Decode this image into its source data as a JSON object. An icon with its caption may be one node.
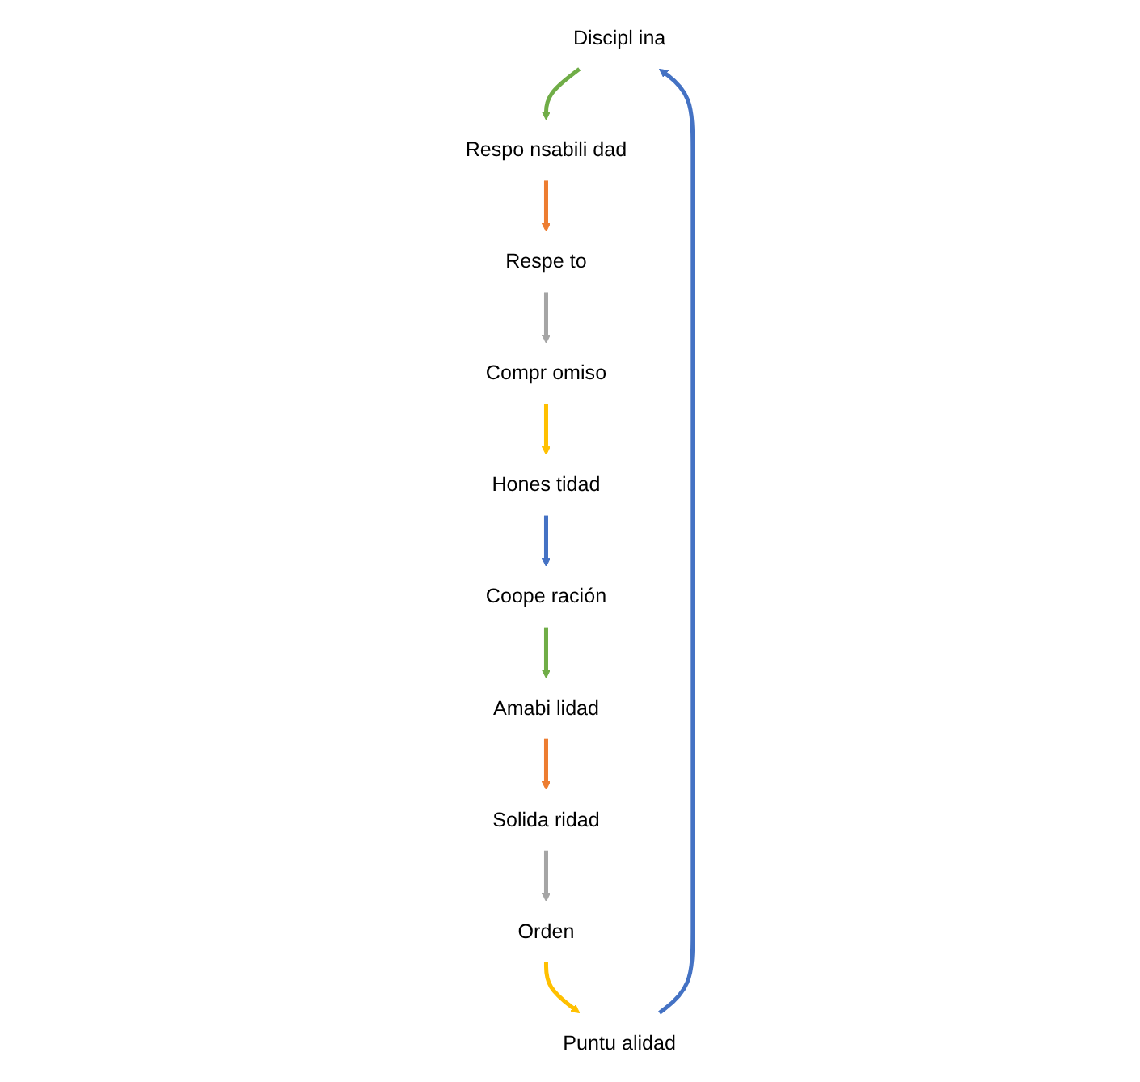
{
  "diagram": {
    "nodes": [
      {
        "text": [
          "Discipl ina"
        ]
      },
      {
        "text": [
          "Respo nsabili dad"
        ]
      },
      {
        "text": [
          "Respe to"
        ]
      },
      {
        "text": [
          "Compr omiso"
        ]
      },
      {
        "text": [
          "Hones tidad"
        ]
      },
      {
        "text": [
          "Coope ración"
        ]
      },
      {
        "text": [
          "Amabi lidad"
        ]
      },
      {
        "text": [
          "Solida ridad"
        ]
      },
      {
        "text": [
          "Orden"
        ]
      },
      {
        "text": [
          "Puntu alidad"
        ]
      }
    ],
    "edges": [
      {
        "from": 0,
        "to": 1,
        "arrow": "to",
        "color": "#70ad47"
      },
      {
        "from": 1,
        "to": 2,
        "arrow": "to",
        "color": "#ed7d31"
      },
      {
        "from": 2,
        "to": 3,
        "arrow": "to",
        "color": "#a5a5a5"
      },
      {
        "from": 3,
        "to": 4,
        "arrow": "to",
        "color": "#ffc000"
      },
      {
        "from": 4,
        "to": 5,
        "arrow": "to",
        "color": "#4472c4"
      },
      {
        "from": 5,
        "to": 6,
        "arrow": "to",
        "color": "#70ad47"
      },
      {
        "from": 6,
        "to": 7,
        "arrow": "to",
        "color": "#ed7d31"
      },
      {
        "from": 7,
        "to": 8,
        "arrow": "to",
        "color": "#a5a5a5"
      },
      {
        "from": 8,
        "to": 9,
        "arrow": "to",
        "color": "#ffc000"
      },
      {
        "from": 9,
        "to": 0,
        "arrow": "to",
        "color": "#4472c4"
      }
    ]
  }
}
